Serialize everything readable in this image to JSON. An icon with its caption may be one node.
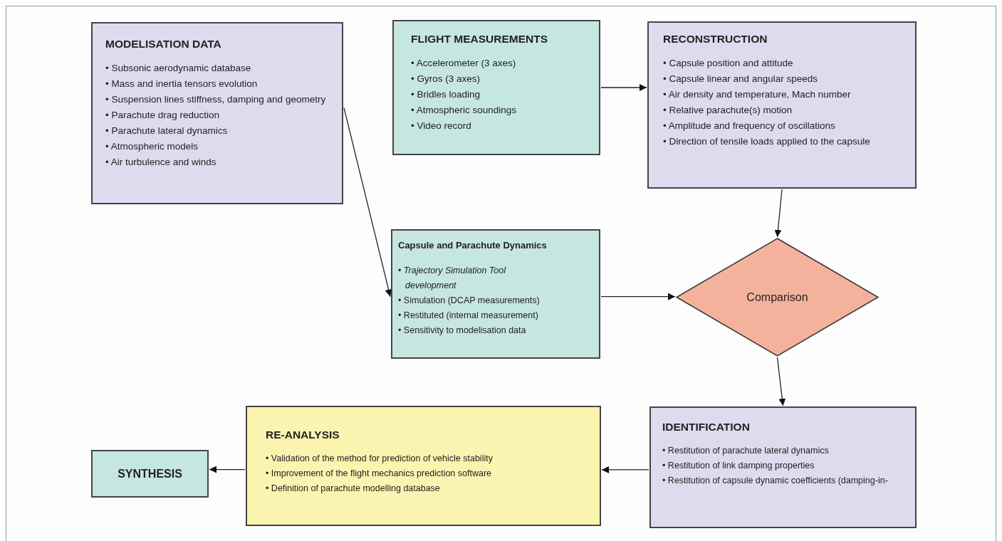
{
  "diagram": {
    "nodes": [
      {
        "text": [
          "MODELISATION DATA",
          "• Subsonic aerodynamic database",
          "• Mass and inertia tensors evolution",
          "• Suspension lines stiffness, damping and geometry",
          "• Parachute drag reduction",
          "• Parachute lateral dynamics",
          "• Atmospheric models",
          "• Air turbulence and winds"
        ]
      },
      {
        "text": [
          "FLIGHT MEASUREMENTS",
          "• Accelerometer (3 axes)",
          "• Gyros (3 axes)",
          "• Bridles loading",
          "• Atmospheric soundings",
          "• Video record"
        ]
      },
      {
        "text": [
          "RECONSTRUCTION",
          "• Capsule position and attitude",
          "• Capsule linear and angular speeds",
          "• Air density and temperature, Mach number",
          "• Relative parachute(s) motion",
          "• Amplitude and frequency of oscillations",
          "• Direction of tensile loads applied to the capsule"
        ]
      },
      {
        "text": [
          "Capsule and Parachute Dynamics",
          "• *Trajectory Simulation Tool development*",
          "• Simulation (DCAP measurements)",
          "• Restituted (internal measurement)",
          "• Sensitivity to modelisation data"
        ]
      },
      {
        "text": [
          "Comparison"
        ]
      },
      {
        "text": [
          "IDENTIFICATION",
          "• Restitution of parachute lateral dynamics",
          "• Restitution of link damping properties",
          "• Restitution of capsule dynamic coefficients (damping-in-"
        ]
      },
      {
        "text": [
          "RE-ANALYSIS",
          "• Validation of the method for prediction of vehicle stability",
          "• Improvement of the flight mechanics prediction software",
          "• Definition of parachute modelling database"
        ]
      },
      {
        "text": [
          "SYNTHESIS"
        ]
      }
    ],
    "edges": [
      {
        "from": 0,
        "to": 3,
        "arrow": "to"
      },
      {
        "from": 1,
        "to": 2,
        "arrow": "to"
      },
      {
        "from": 2,
        "to": 4,
        "arrow": "to"
      },
      {
        "from": 3,
        "to": 4,
        "arrow": "to"
      },
      {
        "from": 4,
        "to": 5,
        "arrow": "to"
      },
      {
        "from": 5,
        "to": 6,
        "arrow": "to"
      },
      {
        "from": 6,
        "to": 7,
        "arrow": "to"
      }
    ]
  }
}
